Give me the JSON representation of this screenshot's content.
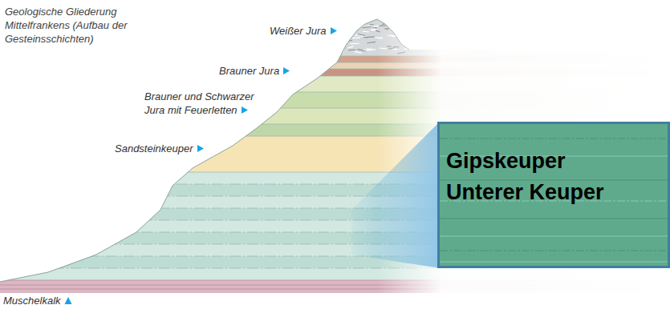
{
  "diagram": {
    "nodes": [
      {
        "text": [
          "Gipskeuper",
          "Unterer Keuper"
        ]
      }
    ],
    "labels": [
      "Geologische Gliederung Mittelfrankens (Aufbau der Gesteinsschichten)",
      "Weißer Jura",
      "Brauner Jura",
      "Brauner und Schwarzer Jura mit Feuerletten",
      "Sandsteinkeuper",
      "Muschelkalk"
    ]
  }
}
